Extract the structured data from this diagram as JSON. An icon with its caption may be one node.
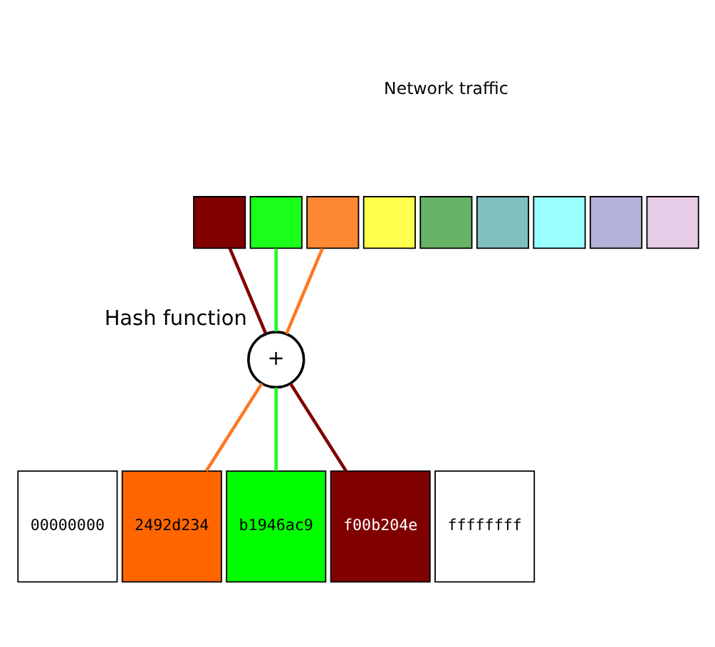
{
  "diagram": {
    "nodes": [
      {
        "text": [],
        "shape": "box"
      },
      {
        "text": [],
        "shape": "box"
      },
      {
        "text": [],
        "shape": "box"
      },
      {
        "text": [],
        "shape": "box"
      },
      {
        "text": [],
        "shape": "box"
      },
      {
        "text": [],
        "shape": "box"
      },
      {
        "text": [],
        "shape": "box"
      },
      {
        "text": [],
        "shape": "box"
      },
      {
        "text": [],
        "shape": "box"
      },
      {
        "text": [
          "+"
        ],
        "beside": [
          "Hash function"
        ]
      },
      {
        "text": [
          "00000000"
        ]
      },
      {
        "text": [
          "2492d234"
        ]
      },
      {
        "text": [
          "b1946ac9"
        ]
      },
      {
        "text": [
          "f00b204e"
        ]
      },
      {
        "text": [
          "ffffffff"
        ]
      }
    ],
    "edges": [
      {
        "from": 0,
        "to": 9,
        "arrow": "none",
        "color": "#800000"
      },
      {
        "from": 1,
        "to": 9,
        "arrow": "none",
        "color": "#1aff1a"
      },
      {
        "from": 2,
        "to": 9,
        "arrow": "none",
        "color": "#ff7722"
      },
      {
        "from": 9,
        "to": 11,
        "arrow": "none",
        "color": "#ff7722"
      },
      {
        "from": 9,
        "to": 12,
        "arrow": "none",
        "color": "#1aff1a"
      },
      {
        "from": 9,
        "to": 13,
        "arrow": "none",
        "color": "#800000"
      }
    ],
    "labels": [
      "Network traffic"
    ]
  }
}
